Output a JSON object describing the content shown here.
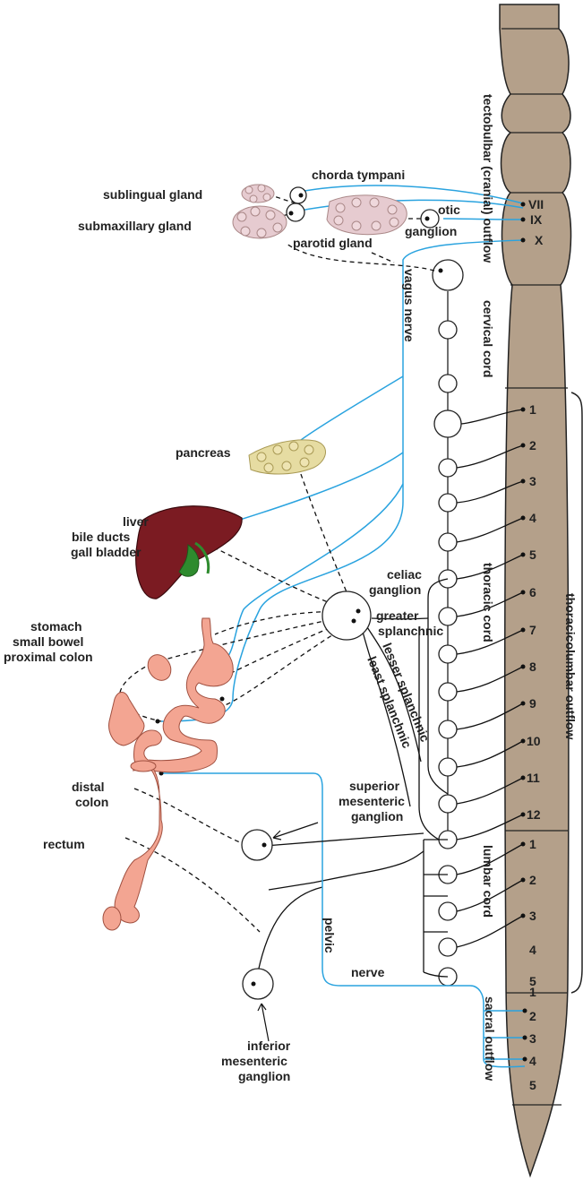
{
  "colors": {
    "cord_fill": "#b4a08a",
    "cord_stroke": "#222222",
    "parasympathetic": "#2aa3df",
    "sympathetic": "#111111",
    "liver": "#7b1b22",
    "gallbladder": "#2e8b2e",
    "gut": "#f3a592",
    "gland": "#e6cbd0",
    "pancreas": "#e6dca2"
  },
  "labels": {
    "sublingual_gland": "sublingual gland",
    "submaxillary_gland": "submaxillary gland",
    "chorda_tympani": "chorda tympani",
    "parotid_gland": "parotid gland",
    "otic": "otic",
    "ganglion": "ganglion",
    "vagus_nerve": "vagus nerve",
    "pancreas": "pancreas",
    "liver": "liver",
    "bile_ducts": "bile ducts",
    "gall_bladder": "gall bladder",
    "celiac": "celiac",
    "celiac_ganglion": "ganglion",
    "greater": "greater",
    "splanchnic": "splanchnic",
    "lesser_splanchnic": "lesser splanchnic",
    "least_splanchnic": "least splanchnic",
    "stomach": "stomach",
    "small_bowel": "small bowel",
    "proximal_colon": "proximal colon",
    "distal": "distal",
    "colon": "colon",
    "rectum": "rectum",
    "superior": "superior",
    "mesenteric": "mesenteric",
    "sup_ganglion": "ganglion",
    "pelvic": "pelvic",
    "nerve": "nerve",
    "inferior": "inferior",
    "inf_mesenteric": "mesenteric",
    "inf_ganglion": "ganglion",
    "tectobulbar": "tectobulbar (cranial) outflow",
    "cervical_cord": "cervical cord",
    "thoracic_cord": "thoracic cord",
    "lumbar_cord": "lumbar cord",
    "sacral_outflow": "sacral outflow",
    "thoracolumbar_outflow": "thoracicolumbar outflow"
  },
  "cranial_nerves": [
    "VII",
    "IX",
    "X"
  ],
  "thoracic_segments": [
    "1",
    "2",
    "3",
    "4",
    "5",
    "6",
    "7",
    "8",
    "9",
    "10",
    "11",
    "12"
  ],
  "lumbar_segments": [
    "1",
    "2",
    "3",
    "4",
    "5"
  ],
  "sacral_segments": [
    "1",
    "2",
    "3",
    "4",
    "5"
  ]
}
